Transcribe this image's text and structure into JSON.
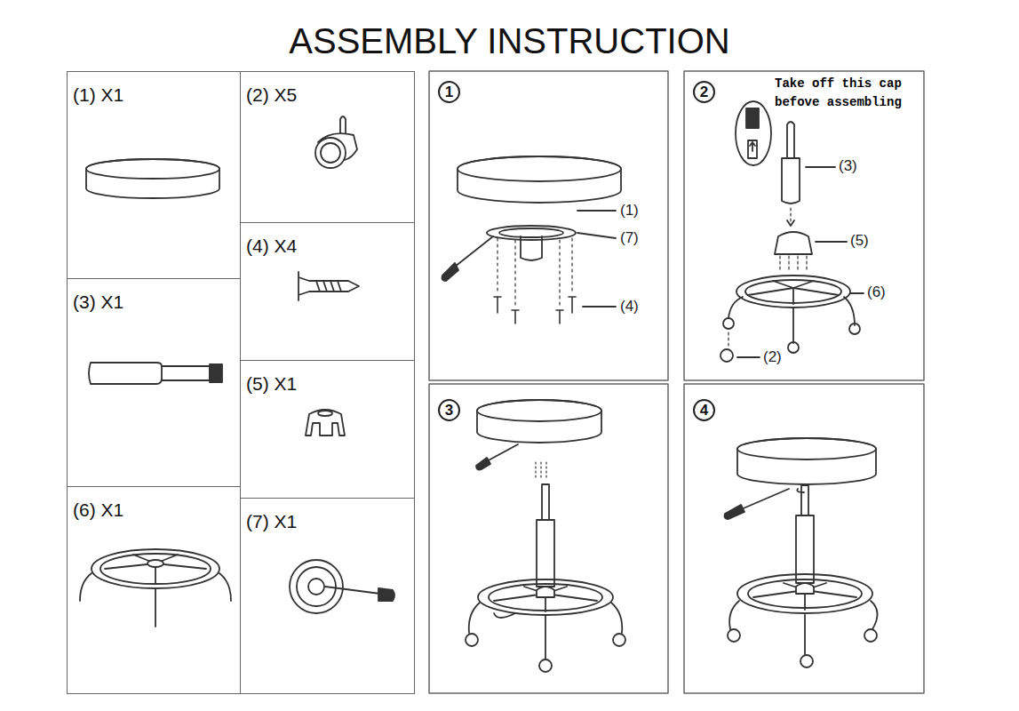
{
  "diagram": {
    "title": "ASSEMBLY INSTRUCTION",
    "nodes": [
      {
        "text": [
          "(1) X1"
        ]
      },
      {
        "text": [
          "(2) X5"
        ]
      },
      {
        "text": [
          "(3) X1"
        ]
      },
      {
        "text": [
          "(4) X4"
        ]
      },
      {
        "text": [
          "(5) X1"
        ]
      },
      {
        "text": [
          "(6) X1"
        ]
      },
      {
        "text": [
          "(7) X1"
        ]
      },
      {
        "text": [
          "1"
        ]
      },
      {
        "text": [
          "2"
        ]
      },
      {
        "text": [
          "3"
        ]
      },
      {
        "text": [
          "4"
        ]
      }
    ],
    "labels": [
      "(1)",
      "(7)",
      "(4)",
      "Take off this cap befove assembling",
      "(3)",
      "(5)",
      "(6)",
      "(2)"
    ]
  }
}
